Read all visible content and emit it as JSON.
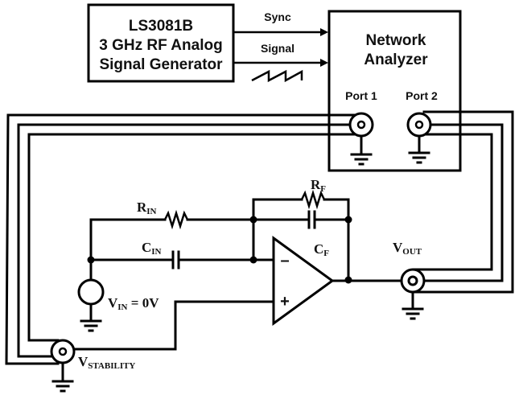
{
  "signal_generator": {
    "line1": "LS3081B",
    "line2": "3 GHz RF Analog",
    "line3": "Signal Generator"
  },
  "connections": {
    "sync_label": "Sync",
    "signal_label": "Signal"
  },
  "network_analyzer": {
    "line1": "Network",
    "line2": "Analyzer",
    "port1_label": "Port 1",
    "port2_label": "Port 2"
  },
  "components": {
    "r_in": {
      "main": "R",
      "sub": "IN"
    },
    "c_in": {
      "main": "C",
      "sub": "IN"
    },
    "r_f": {
      "main": "R",
      "sub": "F"
    },
    "c_f": {
      "main": "C",
      "sub": "F"
    },
    "v_in": {
      "main": "V",
      "sub": "IN",
      "suffix": " = 0V"
    },
    "v_out": {
      "main": "V",
      "sub": "OUT"
    },
    "v_stability": {
      "main": "V",
      "sub": "STABILITY"
    }
  },
  "opamp": {
    "minus": "–",
    "plus": "+"
  },
  "colors": {
    "line": "#000000",
    "background": "#ffffff"
  }
}
